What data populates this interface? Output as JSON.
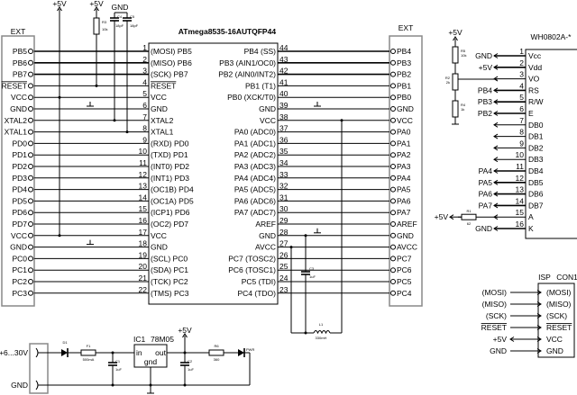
{
  "chip": {
    "name": "ATmega8535-16AU",
    "package": "TQFP44",
    "left_pins": [
      {
        "num": "1",
        "label": "(MOSI) PB5"
      },
      {
        "num": "2",
        "label": "(MISO) PB6"
      },
      {
        "num": "3",
        "label": "(SCK) PB7"
      },
      {
        "num": "4",
        "label": "RESET",
        "overline": true
      },
      {
        "num": "5",
        "label": "VCC"
      },
      {
        "num": "6",
        "label": "GND"
      },
      {
        "num": "7",
        "label": "XTAL2"
      },
      {
        "num": "8",
        "label": "XTAL1"
      },
      {
        "num": "9",
        "label": "(RXD) PD0"
      },
      {
        "num": "10",
        "label": "(TXD) PD1"
      },
      {
        "num": "11",
        "label": "(INT0) PD2"
      },
      {
        "num": "12",
        "label": "(INT1) PD3"
      },
      {
        "num": "13",
        "label": "(OC1B) PD4"
      },
      {
        "num": "14",
        "label": "(OC1A) PD5"
      },
      {
        "num": "15",
        "label": "(ICP1) PD6"
      },
      {
        "num": "16",
        "label": "(OC2) PD7"
      },
      {
        "num": "17",
        "label": "VCC"
      },
      {
        "num": "18",
        "label": "GND"
      },
      {
        "num": "19",
        "label": "(SCL) PC0"
      },
      {
        "num": "20",
        "label": "(SDA) PC1"
      },
      {
        "num": "21",
        "label": "(TCK) PC2"
      },
      {
        "num": "22",
        "label": "(TMS) PC3"
      }
    ],
    "right_pins": [
      {
        "num": "44",
        "label": "PB4 (SS)"
      },
      {
        "num": "43",
        "label": "PB3 (AIN1/OC0)"
      },
      {
        "num": "42",
        "label": "PB2 (AIN0/INT2)"
      },
      {
        "num": "41",
        "label": "PB1 (T1)"
      },
      {
        "num": "40",
        "label": "PB0 (XCK/T0)"
      },
      {
        "num": "39",
        "label": "GND"
      },
      {
        "num": "38",
        "label": "VCC"
      },
      {
        "num": "37",
        "label": "PA0 (ADC0)"
      },
      {
        "num": "36",
        "label": "PA1 (ADC1)"
      },
      {
        "num": "35",
        "label": "PA2 (ADC2)"
      },
      {
        "num": "34",
        "label": "PA3 (ADC3)"
      },
      {
        "num": "33",
        "label": "PA4 (ADC4)"
      },
      {
        "num": "32",
        "label": "PA5 (ADC5)"
      },
      {
        "num": "31",
        "label": "PA6 (ADC6)"
      },
      {
        "num": "30",
        "label": "PA7 (ADC7)"
      },
      {
        "num": "29",
        "label": "AREF"
      },
      {
        "num": "28",
        "label": "GND"
      },
      {
        "num": "27",
        "label": "AVCC"
      },
      {
        "num": "26",
        "label": "PC7 (TOSC2)"
      },
      {
        "num": "25",
        "label": "PC6 (TOSC1)"
      },
      {
        "num": "24",
        "label": "PC5 (TDI)"
      },
      {
        "num": "23",
        "label": "PC4 (TDO)"
      }
    ]
  },
  "ext_left": {
    "title": "EXT",
    "pins": [
      "PB5",
      "PB6",
      "PB7",
      "RESET",
      "VCC",
      "GND",
      "XTAL2",
      "XTAL1",
      "PD0",
      "PD1",
      "PD2",
      "PD3",
      "PD4",
      "PD5",
      "PD6",
      "PD7",
      "VCC",
      "GND",
      "PC0",
      "PC1",
      "PC2",
      "PC3"
    ]
  },
  "ext_right": {
    "title": "EXT",
    "pins": [
      "PB4",
      "PB3",
      "PB2",
      "PB1",
      "PB0",
      "GND",
      "VCC",
      "PA0",
      "PA1",
      "PA2",
      "PA3",
      "PA4",
      "PA5",
      "PA6",
      "PA7",
      "AREF",
      "GND",
      "AVCC",
      "PC7",
      "PC6",
      "PC5",
      "PC4"
    ]
  },
  "lcd": {
    "title": "WH0802A-*",
    "pins": [
      {
        "num": "1",
        "name": "Vcc",
        "net": "GND"
      },
      {
        "num": "2",
        "name": "Vdd",
        "net": "+5V"
      },
      {
        "num": "3",
        "name": "VO",
        "net": ""
      },
      {
        "num": "4",
        "name": "RS",
        "net": "PB4"
      },
      {
        "num": "5",
        "name": "R/W",
        "net": "PB3"
      },
      {
        "num": "6",
        "name": "E",
        "net": "PB2"
      },
      {
        "num": "7",
        "name": "DB0",
        "net": ""
      },
      {
        "num": "8",
        "name": "DB1",
        "net": ""
      },
      {
        "num": "9",
        "name": "DB2",
        "net": ""
      },
      {
        "num": "10",
        "name": "DB3",
        "net": ""
      },
      {
        "num": "11",
        "name": "DB4",
        "net": "PA4"
      },
      {
        "num": "12",
        "name": "DB5",
        "net": "PA5"
      },
      {
        "num": "13",
        "name": "DB6",
        "net": "PA6"
      },
      {
        "num": "14",
        "name": "DB7",
        "net": "PA7"
      },
      {
        "num": "15",
        "name": "A",
        "net": ""
      },
      {
        "num": "16",
        "name": "K",
        "net": "GND"
      }
    ]
  },
  "isp": {
    "title": "ISP",
    "ref": "CON1",
    "rows": [
      {
        "left": "(MOSI)",
        "right": "(MOSI)"
      },
      {
        "left": "(MISO)",
        "right": "(MISO)"
      },
      {
        "left": "(SCK)",
        "right": "(SCK)"
      },
      {
        "left": "RESET",
        "right": "RESET",
        "overline": true
      },
      {
        "left": "+5V",
        "right": "VCC"
      },
      {
        "left": "GND",
        "right": "GND"
      }
    ]
  },
  "components": {
    "r3": {
      "ref": "R3",
      "value": "10k"
    },
    "c4": {
      "ref": "C4",
      "value": "18pF"
    },
    "c5": {
      "ref": "C5",
      "value": "18pF"
    },
    "r5": {
      "ref": "R5",
      "value": "10k"
    },
    "r2": {
      "ref": "R2",
      "value": "2k"
    },
    "r4": {
      "ref": "R4",
      "value": "1k"
    },
    "r1": {
      "ref": "R1",
      "value": "62"
    },
    "c3": {
      "ref": "C3",
      "value": "1uF"
    },
    "l1": {
      "ref": "L1",
      "value": "330mH"
    },
    "d1": {
      "ref": "D1"
    },
    "f1": {
      "ref": "F1",
      "value": "500mA"
    },
    "c1": {
      "ref": "C1",
      "value": "1uF"
    },
    "ic1": {
      "ref": "IC1",
      "value": "78M05",
      "in": "in",
      "out": "out",
      "gnd": "gnd"
    },
    "c2": {
      "ref": "C2",
      "value": "1uF"
    },
    "r6": {
      "ref": "R6",
      "value": "360"
    },
    "led": {
      "ref": "PWR"
    }
  },
  "nets": {
    "vcc5": "+5V",
    "gnd": "GND",
    "vin": "+6...30V"
  }
}
